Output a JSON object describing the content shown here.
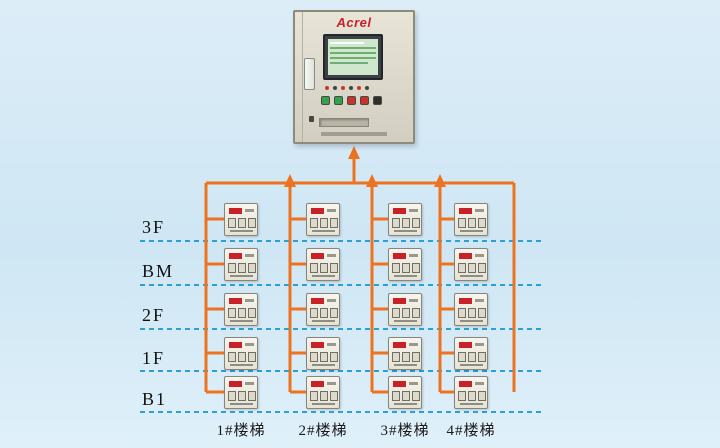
{
  "cabinet": {
    "brand": "Acrel"
  },
  "floors": [
    "3F",
    "BM",
    "2F",
    "1F",
    "B1"
  ],
  "stairs": [
    "1#楼梯",
    "2#楼梯",
    "3#楼梯",
    "4#楼梯"
  ],
  "colors": {
    "bus_orange": "#ed7320",
    "floor_line_blue": "#2d9fd8",
    "brand_red": "#c82128"
  }
}
